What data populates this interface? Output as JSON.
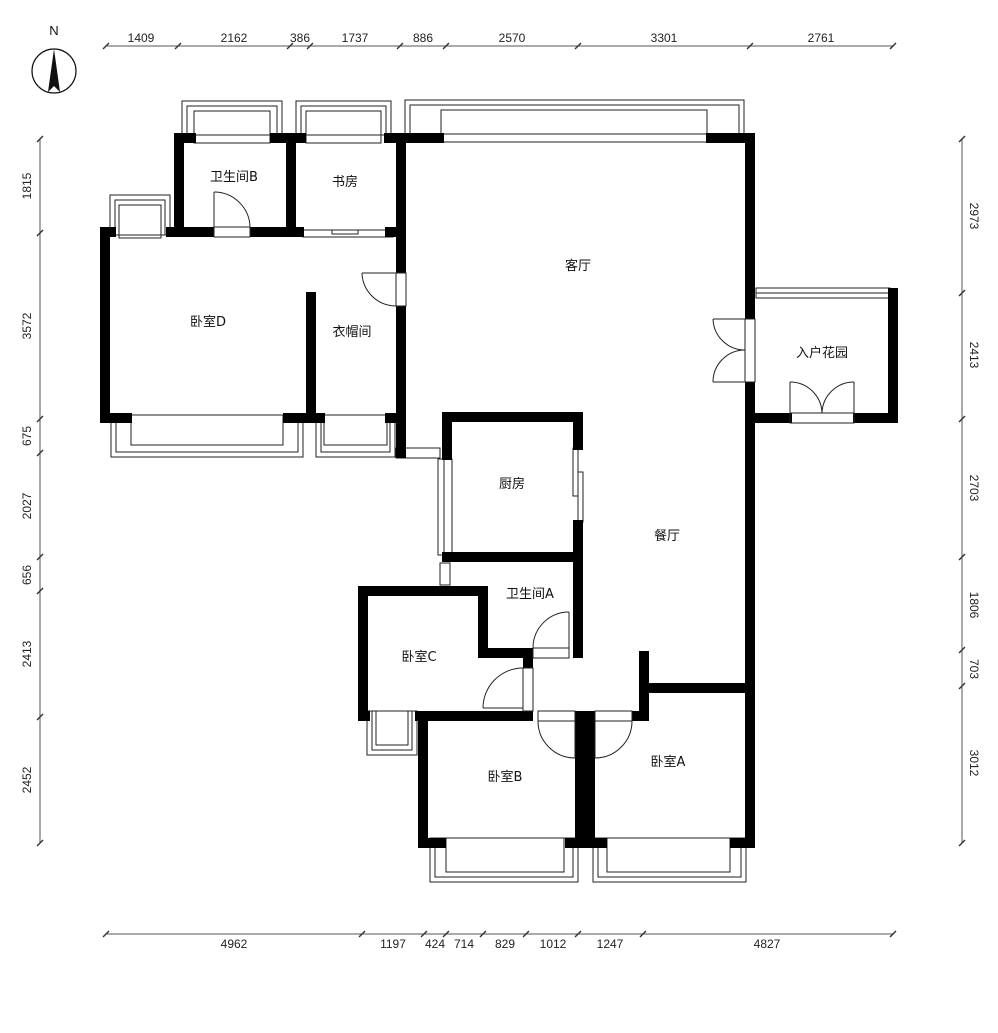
{
  "compass": {
    "label": "N"
  },
  "dimensions": {
    "top": [
      "1409",
      "2162",
      "386",
      "1737",
      "886",
      "2570",
      "3301",
      "2761"
    ],
    "bottom": [
      "4962",
      "1197",
      "424",
      "714",
      "829",
      "1012",
      "1247",
      "4827"
    ],
    "left": [
      "1815",
      "3572",
      "675",
      "2027",
      "656",
      "2413",
      "2452"
    ],
    "right": [
      "2973",
      "2413",
      "2703",
      "1806",
      "703",
      "3012"
    ]
  },
  "rooms": {
    "bathroom_b": "卫生间B",
    "study": "书房",
    "living_room": "客厅",
    "bedroom_d": "卧室D",
    "cloakroom": "衣帽间",
    "entry_garden": "入户花园",
    "kitchen": "厨房",
    "dining_room": "餐厅",
    "bathroom_a": "卫生间A",
    "bedroom_c": "卧室C",
    "bedroom_b": "卧室B",
    "bedroom_a": "卧室A"
  }
}
